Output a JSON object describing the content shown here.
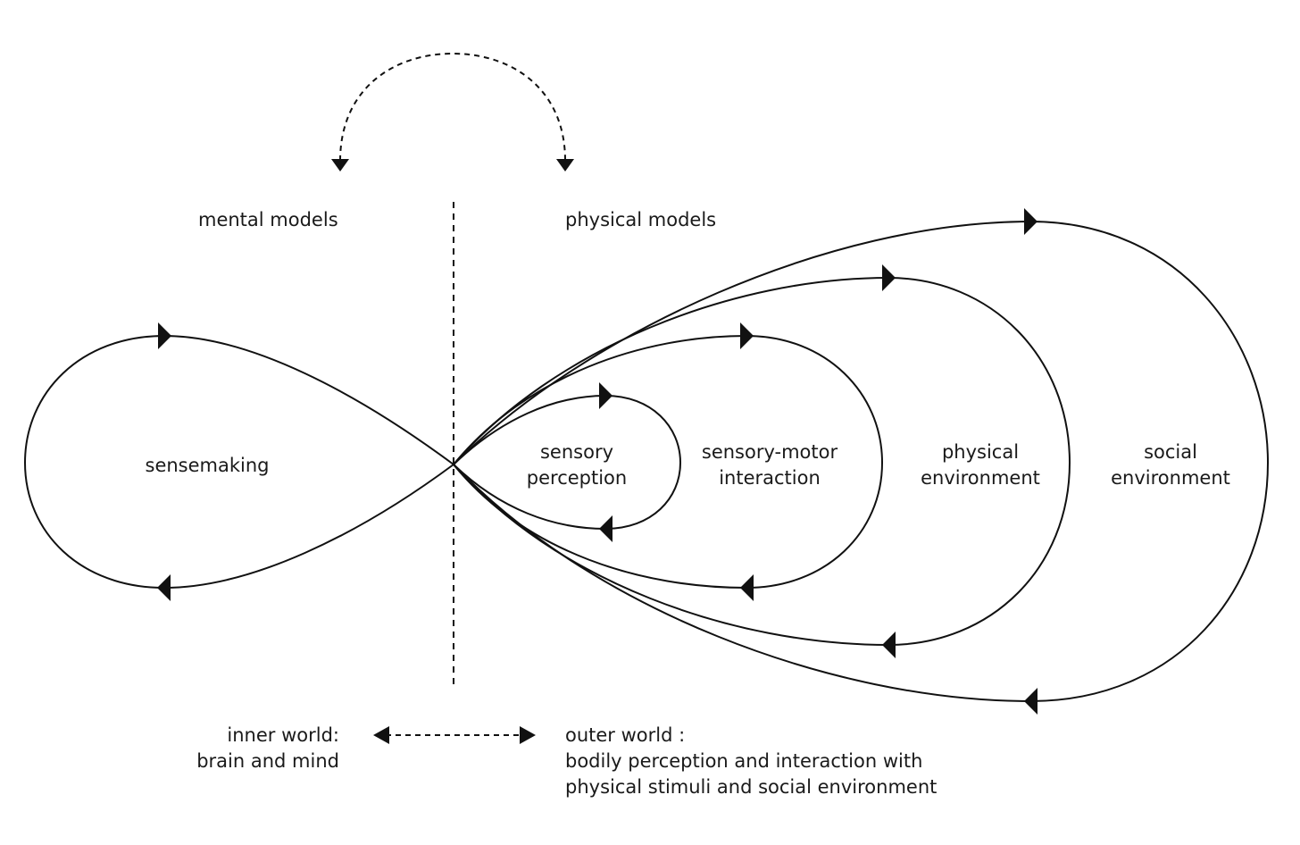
{
  "labels": {
    "mental_models": "mental models",
    "physical_models": "physical models",
    "sensemaking": "sensemaking",
    "sensory_perception": [
      "sensory",
      "perception"
    ],
    "sensory_motor": [
      "sensory-motor",
      "interaction"
    ],
    "physical_environment": [
      "physical",
      "environment"
    ],
    "social_environment": [
      "social",
      "environment"
    ],
    "inner_world": [
      "inner world:",
      "brain and mind"
    ],
    "outer_world": [
      "outer world :",
      "bodily perception and interaction with",
      "physical stimuli and social environment"
    ]
  },
  "colors": {
    "stroke": "#111111",
    "text": "#1a1a1a",
    "background": "#ffffff"
  }
}
